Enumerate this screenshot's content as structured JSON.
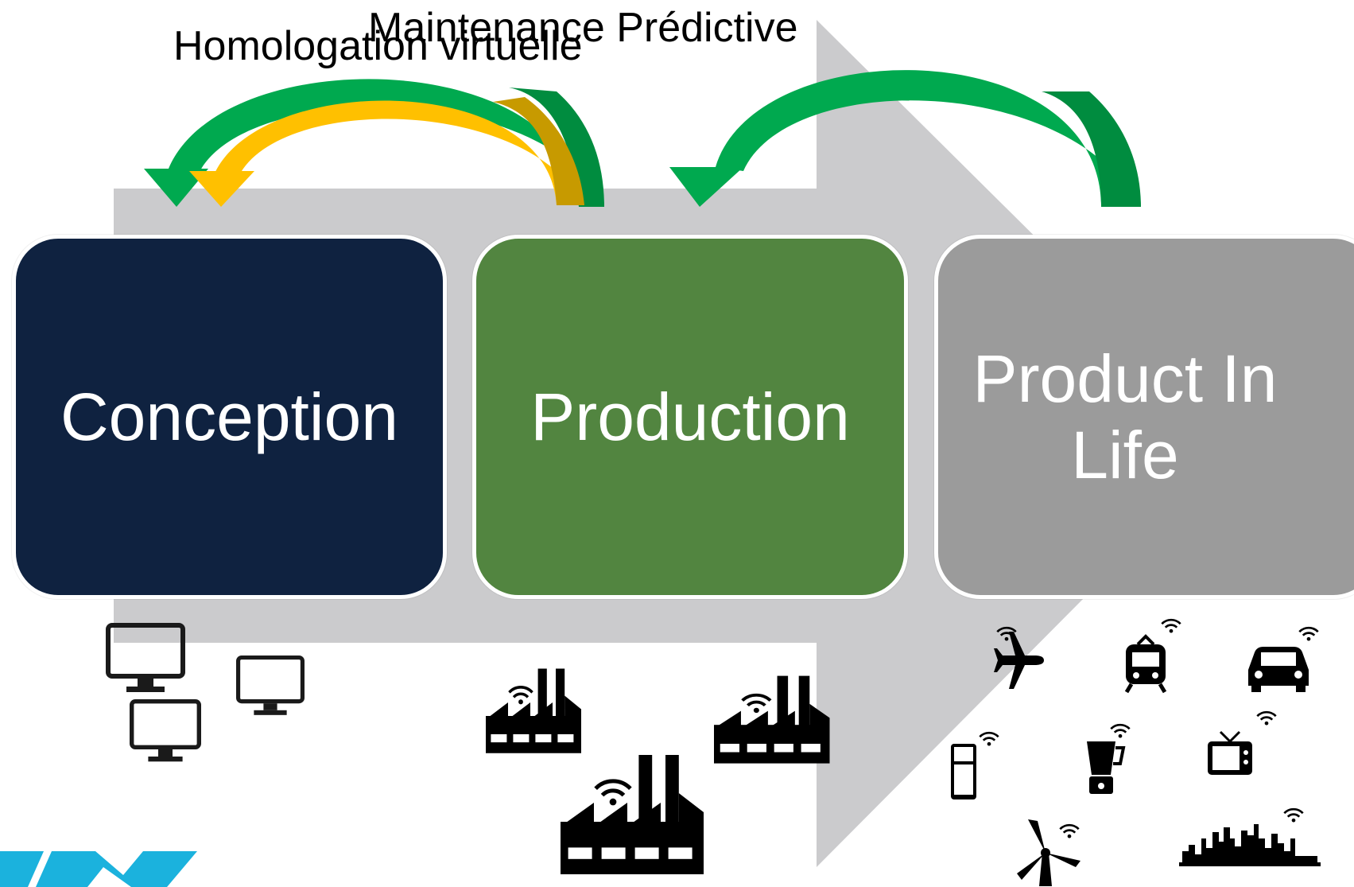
{
  "colors": {
    "background_arrow": "#cbcbcd",
    "conception": "#0f2240",
    "production": "#528540",
    "product_in_life": "#9b9b9b",
    "predictive_arrow": "#00a94f",
    "predictive_arrow_dark": "#008c3f",
    "virtual_arrow": "#ffc000",
    "virtual_arrow_dark": "#c79a00",
    "logo": "#1bb2dd"
  },
  "labels": {
    "homologation": "Homologation virtuelle",
    "maintenance": "Maintenance Prédictive"
  },
  "stages": {
    "conception": "Conception",
    "production": "Production",
    "product_in_life_line1": "Product In",
    "product_in_life_line2": "Life"
  },
  "icons": {
    "conception": [
      "monitor-icon",
      "monitor-icon",
      "monitor-icon"
    ],
    "production": [
      "connected-factory-icon",
      "connected-factory-icon",
      "connected-factory-icon"
    ],
    "product_in_life": [
      "airplane-icon",
      "tram-icon",
      "car-icon",
      "fridge-icon",
      "blender-icon",
      "tv-icon",
      "wind-turbine-icon",
      "city-skyline-icon",
      "wifi-icon"
    ]
  }
}
